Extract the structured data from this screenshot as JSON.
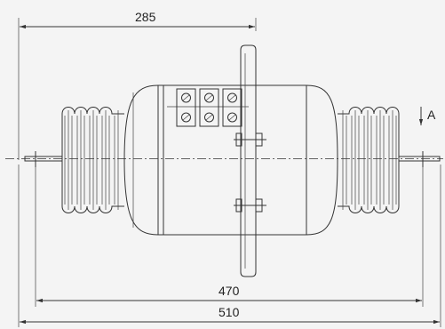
{
  "dimensions": {
    "top_span": "285",
    "mid_span": "470",
    "overall_span": "510"
  },
  "section_mark": "A",
  "colors": {
    "line": "#333333",
    "background": "#f4f4f4"
  }
}
